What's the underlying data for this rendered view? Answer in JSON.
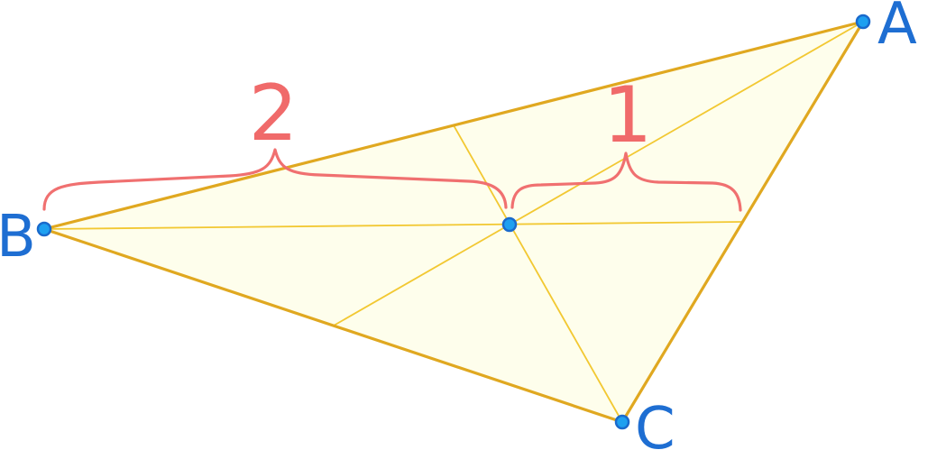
{
  "diagram": {
    "colors": {
      "fill": "#fefeec",
      "outline": "#e0a820",
      "median": "#f2c832",
      "brace": "#f07070",
      "point_fill": "#1ea0f0",
      "point_stroke": "#1a6acc",
      "vertex_label": "#1e6ed2",
      "ratio_label": "#f06a6a"
    },
    "vertices": {
      "A": "A",
      "B": "B",
      "C": "C"
    },
    "ratios": {
      "long": "2",
      "short": "1"
    }
  }
}
